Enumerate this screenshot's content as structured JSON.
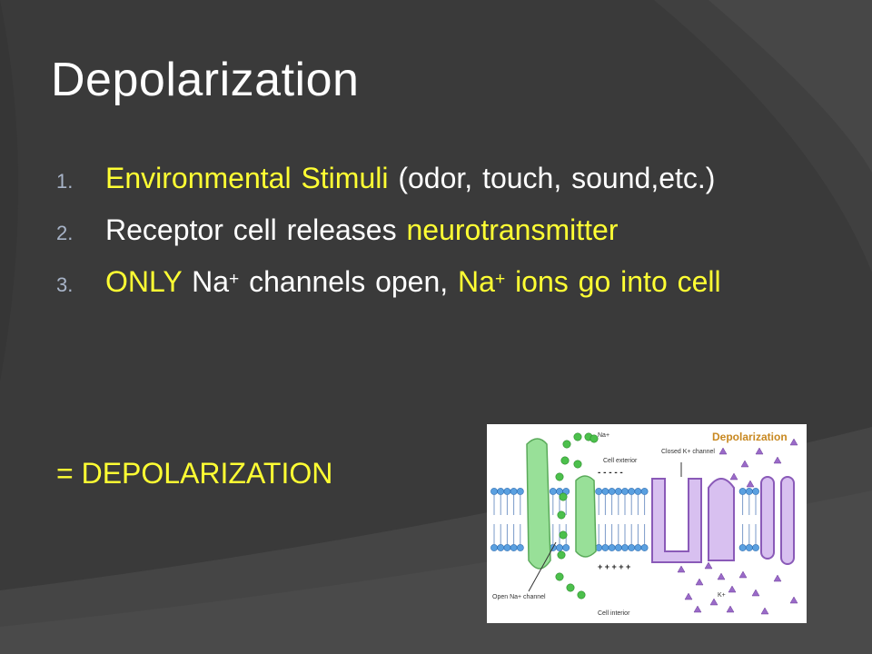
{
  "slide": {
    "title": "Depolarization",
    "items": [
      {
        "num": "1.",
        "highlight": "Environmental Stimuli",
        "rest": " (odor, touch, sound,etc.)"
      },
      {
        "num": "2.",
        "lead": "Receptor cell releases ",
        "highlight": "neurotransmitter"
      },
      {
        "num": "3.",
        "hl1": "ONLY",
        "t1": " Na",
        "sup1": "+",
        "t2": " channels open, ",
        "hl2": "Na",
        "sup2": "+",
        "hl3": " ions go into cell"
      }
    ],
    "conclusion": "= DEPOLARIZATION"
  },
  "figure": {
    "title": "Depolarization",
    "label_na": "Na+",
    "label_exterior": "Cell exterior",
    "label_closed_k": "Closed K+ channel",
    "label_open_na": "Open Na+ channel",
    "label_interior": "Cell interior",
    "label_k": "K+",
    "charge_top": "- - - - -",
    "charge_bottom": "+ + + + +"
  },
  "colors": {
    "background": "#3a3a3a",
    "highlight": "#ffff33",
    "number": "#a8b4c8",
    "na_channel": "#98e098",
    "k_channel": "#c8a8e8",
    "figure_title": "#c88820"
  }
}
